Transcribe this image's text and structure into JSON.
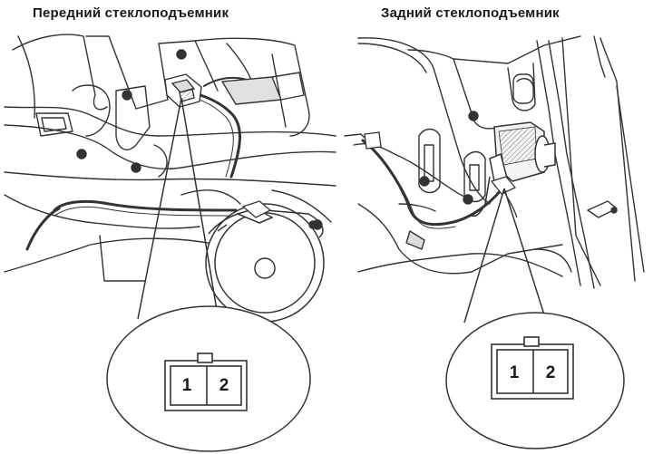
{
  "diagram": {
    "panels": [
      {
        "id": "front",
        "title": "Передний стеклоподъемник",
        "connector_pins": [
          "1",
          "2"
        ]
      },
      {
        "id": "rear",
        "title": "Задний стеклоподъемник",
        "connector_pins": [
          "1",
          "2"
        ]
      }
    ]
  },
  "icons": {
    "front_motor": "connector-plug-icon",
    "rear_motor": "window-motor-icon",
    "speaker": "speaker-icon"
  },
  "colors": {
    "line": "#333333",
    "background": "#ffffff",
    "shade": "#e0e0e0"
  }
}
